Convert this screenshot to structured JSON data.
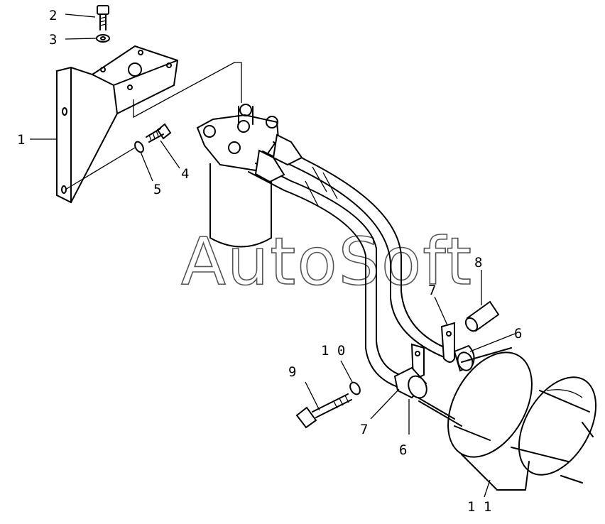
{
  "watermark": "AutoSoft",
  "callouts": {
    "c1": "1",
    "c2": "2",
    "c3": "3",
    "c4": "4",
    "c5": "5",
    "c6a": "6",
    "c6b": "6",
    "c7a": "7",
    "c7b": "7",
    "c8": "8",
    "c9": "9",
    "c10": "1 0",
    "c11": "1 1"
  }
}
